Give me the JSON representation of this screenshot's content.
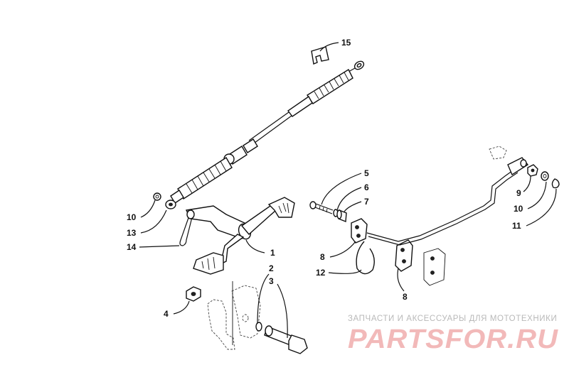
{
  "diagram": {
    "callouts": {
      "c1": "1",
      "c2": "2",
      "c3": "3",
      "c4": "4",
      "c5": "5",
      "c6": "6",
      "c7": "7",
      "c8a": "8",
      "c8b": "8",
      "c9": "9",
      "c10a": "10",
      "c10b": "10",
      "c11": "11",
      "c12": "12",
      "c13": "13",
      "c14": "14",
      "c15": "15"
    }
  },
  "watermark": {
    "tagline": "ЗАПЧАСТИ И АКСЕССУАРЫ ДЛЯ МОТОТЕХНИКИ",
    "logo": "PARTSFOR.RU"
  },
  "colors": {
    "ink": "#111111",
    "watermark_logo": "#f2b9b9",
    "watermark_text": "#b9b9b9",
    "background": "#ffffff"
  }
}
